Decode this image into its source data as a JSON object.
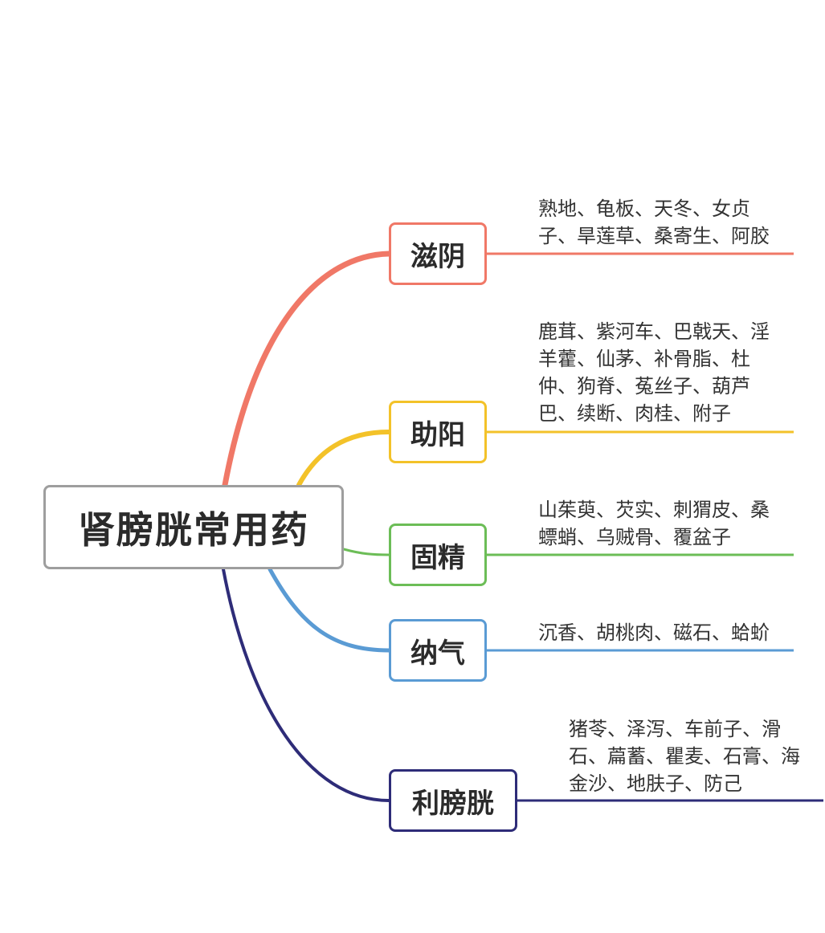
{
  "root": {
    "label": "肾膀胱常用药"
  },
  "branches": [
    {
      "label": "滋阴",
      "color": "#f07867",
      "herbs": "熟地、龟板、天冬、女贞\n子、旱莲草、桑寄生、阿胶"
    },
    {
      "label": "助阳",
      "color": "#f3c229",
      "herbs": "鹿茸、紫河车、巴戟天、淫\n羊藿、仙茅、补骨脂、杜\n仲、狗脊、菟丝子、葫芦\n巴、续断、肉桂、附子"
    },
    {
      "label": "固精",
      "color": "#6cbd57",
      "herbs": "山茱萸、芡实、刺猬皮、桑\n螵蛸、乌贼骨、覆盆子"
    },
    {
      "label": "纳气",
      "color": "#5a9bd4",
      "herbs": "沉香、胡桃肉、磁石、蛤蚧"
    },
    {
      "label": "利膀胱",
      "color": "#2e2c78",
      "herbs": "猪苓、泽泻、车前子、滑\n石、萹蓄、瞿麦、石膏、海\n金沙、地肤子、防己"
    }
  ]
}
